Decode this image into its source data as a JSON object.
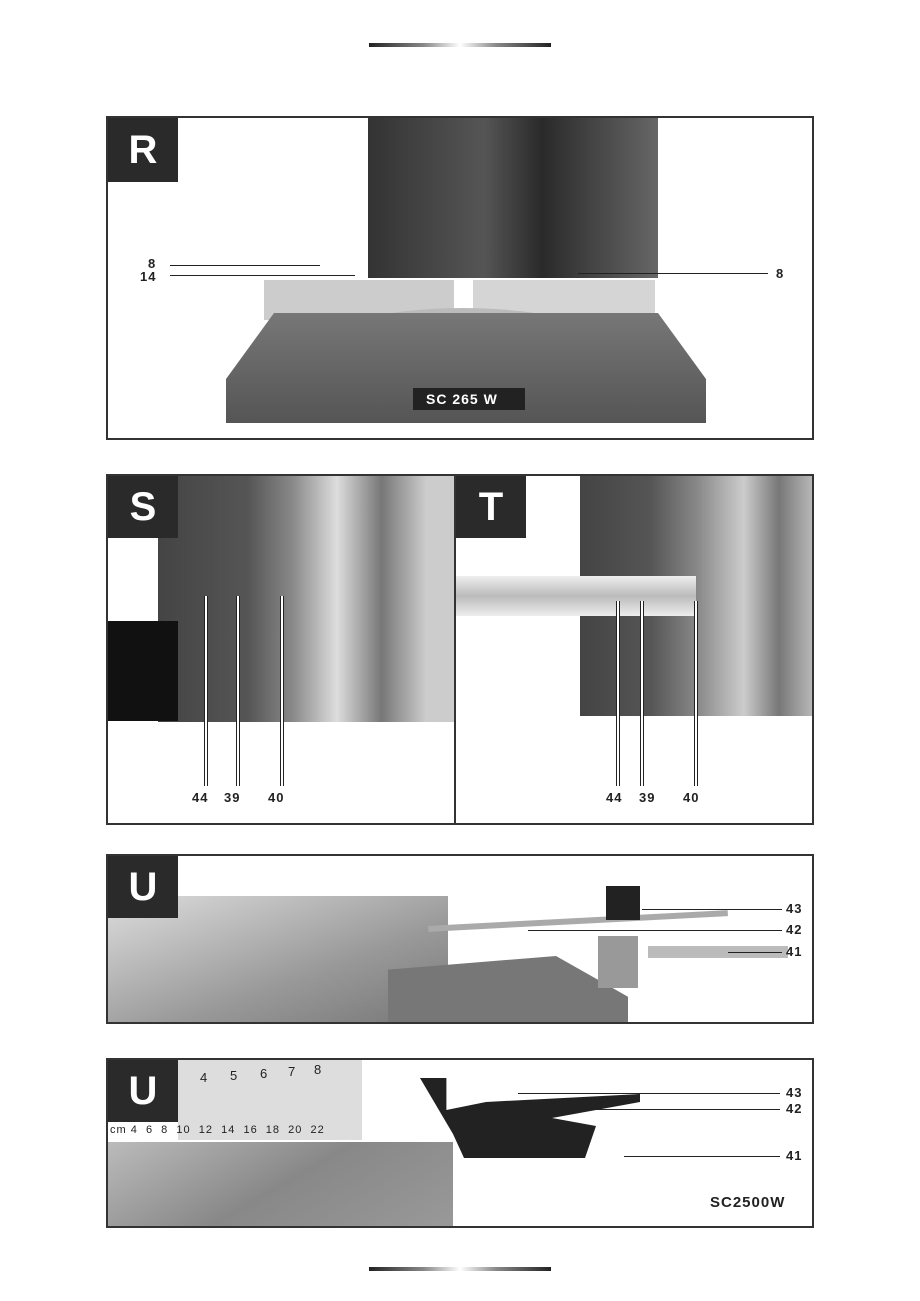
{
  "panels": {
    "R": {
      "tag": "R",
      "callouts": [
        {
          "num": "8"
        },
        {
          "num": "14"
        },
        {
          "num": "8"
        }
      ],
      "nameplate": "SC 265 W"
    },
    "S": {
      "tag": "S",
      "callouts": [
        {
          "num": "44"
        },
        {
          "num": "39"
        },
        {
          "num": "40"
        }
      ]
    },
    "T": {
      "tag": "T",
      "callouts": [
        {
          "num": "44"
        },
        {
          "num": "39"
        },
        {
          "num": "40"
        }
      ]
    },
    "U1": {
      "tag": "U",
      "callouts": [
        {
          "num": "43"
        },
        {
          "num": "42"
        },
        {
          "num": "41"
        }
      ]
    },
    "U2": {
      "tag": "U",
      "callouts": [
        {
          "num": "43"
        },
        {
          "num": "42"
        },
        {
          "num": "41"
        }
      ],
      "model": "SC2500W",
      "ruler_top": [
        "4",
        "5",
        "6",
        "7",
        "8"
      ],
      "ruler_bottom": "cm 4  6  8  10  12  14  16  18  20  22"
    }
  }
}
